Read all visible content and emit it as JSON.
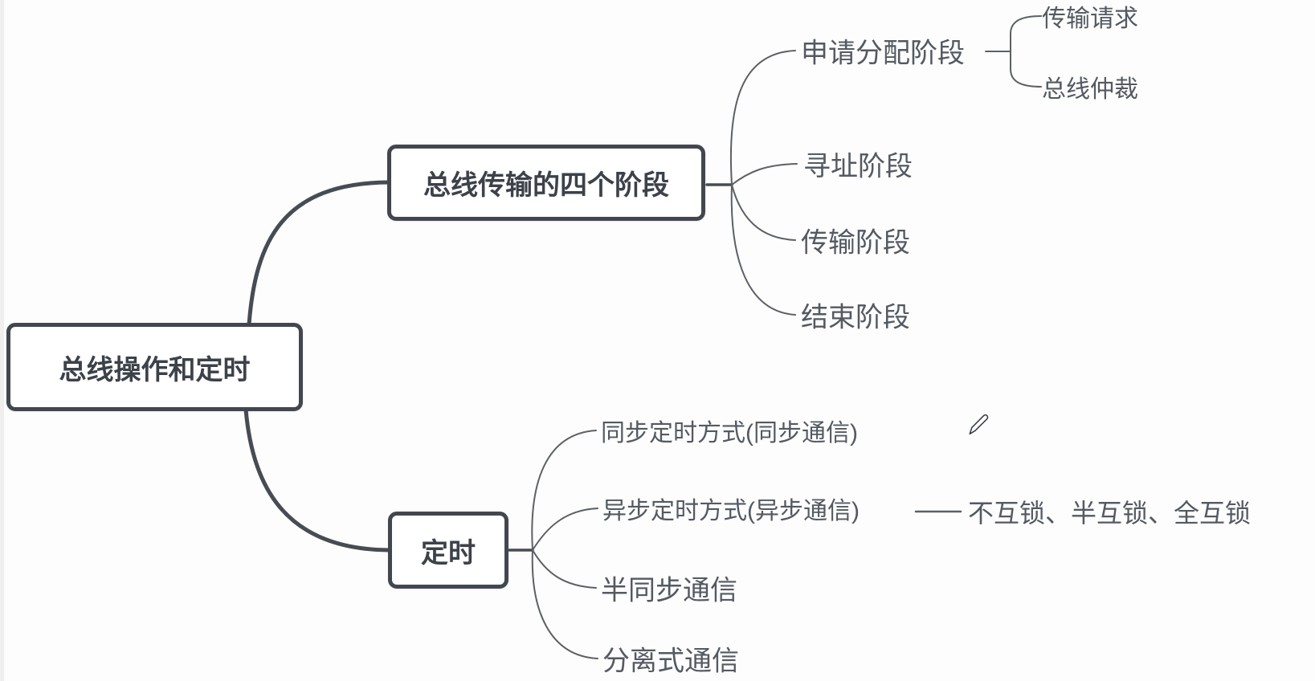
{
  "app": {
    "type": "mindmap-canvas",
    "background": "#fdfdfd"
  },
  "colors": {
    "box_border": "#42474f",
    "box_fill": "#ffffff",
    "box_text": "#3c414a",
    "label_text": "#545962",
    "thick_branch_line": "#474c54",
    "thin_branch_line": "#5c6066"
  },
  "icons": {
    "pen_cursor": "pen-cursor-icon"
  },
  "mindmap": {
    "root": {
      "label": "总线操作和定时"
    },
    "branches": [
      {
        "label": "总线传输的四个阶段",
        "children": [
          {
            "label": "申请分配阶段",
            "children": [
              {
                "label": "传输请求"
              },
              {
                "label": "总线仲裁"
              }
            ]
          },
          {
            "label": "寻址阶段"
          },
          {
            "label": "传输阶段"
          },
          {
            "label": "结束阶段"
          }
        ]
      },
      {
        "label": "定时",
        "children": [
          {
            "label": "同步定时方式(同步通信)"
          },
          {
            "label": "异步定时方式(异步通信)",
            "children": [
              {
                "label": "不互锁、半互锁、全互锁"
              }
            ]
          },
          {
            "label": "半同步通信"
          },
          {
            "label": "分离式通信"
          }
        ]
      }
    ]
  }
}
